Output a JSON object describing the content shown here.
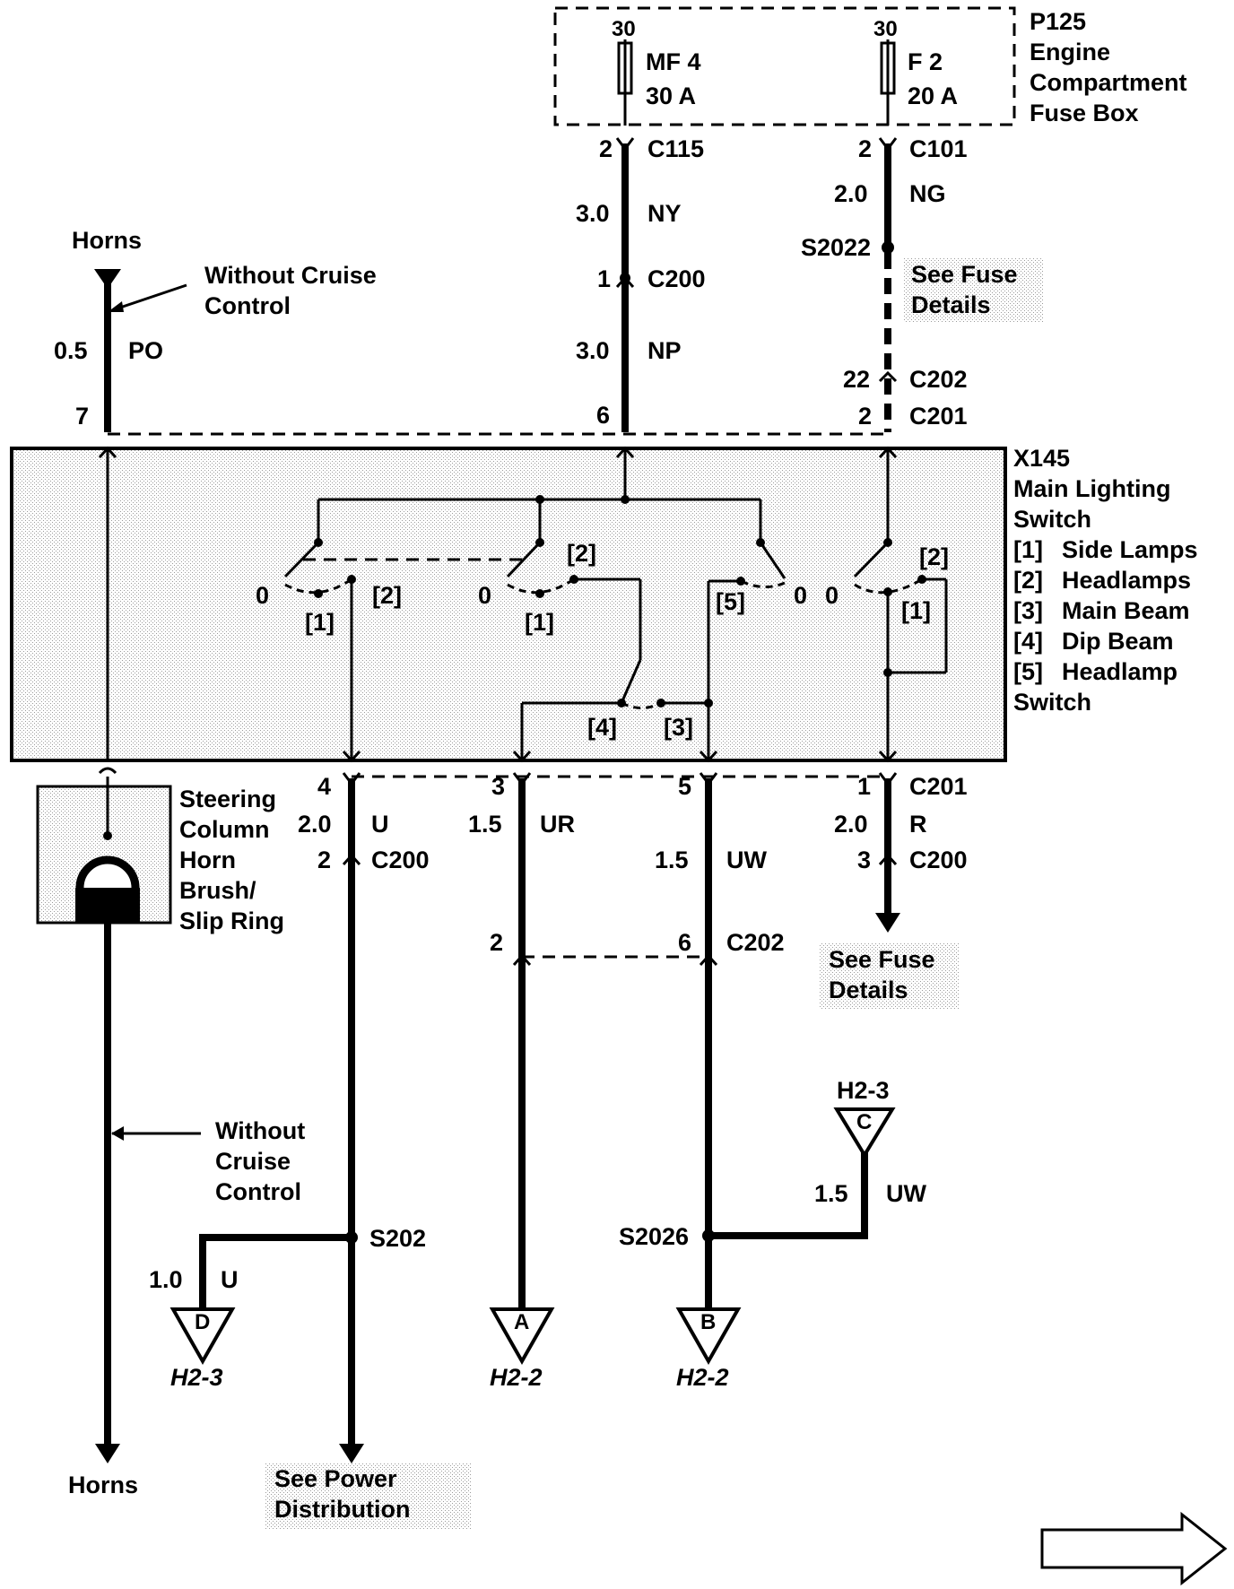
{
  "fuse_box": {
    "id": "P125",
    "lines": [
      "Engine",
      "Compartment",
      "Fuse Box"
    ],
    "fuses": [
      {
        "terminal": "30",
        "name": "MF 4",
        "rating": "30 A"
      },
      {
        "terminal": "30",
        "name": "F 2",
        "rating": "20 A"
      }
    ]
  },
  "switch": {
    "id": "X145",
    "lines": [
      "Main Lighting",
      "Switch"
    ],
    "legend": [
      {
        "key": "[1]",
        "label": "Side Lamps"
      },
      {
        "key": "[2]",
        "label": "Headlamps"
      },
      {
        "key": "[3]",
        "label": "Main Beam"
      },
      {
        "key": "[4]",
        "label": "Dip Beam"
      },
      {
        "key": "[5]",
        "label": "Headlamp"
      }
    ],
    "legend_tail": "Switch",
    "positions": {
      "zero": "0",
      "p1": "[1]",
      "p2": "[2]",
      "p3": "[3]",
      "p4": "[4]",
      "p5": "[5]"
    }
  },
  "top_wires": {
    "horns": {
      "title": "Horns",
      "note": [
        "Without Cruise",
        "Control"
      ],
      "size": "0.5",
      "color": "PO",
      "pin": "7"
    },
    "mid": {
      "c115_pin": "2",
      "c115": "C115",
      "size1": "3.0",
      "color1": "NY",
      "c200_pin": "1",
      "c200": "C200",
      "size2": "3.0",
      "color2": "NP",
      "pin": "6"
    },
    "right": {
      "c101_pin": "2",
      "c101": "C101",
      "size": "2.0",
      "color": "NG",
      "splice": "S2022",
      "see": [
        "See Fuse",
        "Details"
      ],
      "c202_pin": "22",
      "c202": "C202",
      "c201_pin": "2",
      "c201": "C201"
    }
  },
  "bottom_wires": {
    "w4": {
      "pin": "4",
      "size": "2.0",
      "color": "U",
      "c200_pin": "2",
      "c200": "C200",
      "splice": "S202",
      "branch_size": "1.0",
      "branch_color": "U",
      "tri": "D",
      "tri_ref": "H2-3",
      "see": [
        "See Power",
        "Distribution"
      ]
    },
    "w3": {
      "pin": "3",
      "size": "1.5",
      "color": "UR",
      "c202_pin": "2",
      "tri": "A",
      "tri_ref": "H2-2"
    },
    "w5": {
      "pin": "5",
      "size": "1.5",
      "color": "UW",
      "c202_pin": "6",
      "c202": "C202",
      "splice": "S2026",
      "tri": "B",
      "tri_ref": "H2-2",
      "in_tri": "C",
      "in_tri_ref": "H2-3",
      "in_size": "1.5",
      "in_color": "UW"
    },
    "w1": {
      "pin": "1",
      "c201": "C201",
      "size": "2.0",
      "color": "R",
      "c200_pin": "3",
      "c200": "C200",
      "see": [
        "See Fuse",
        "Details"
      ]
    },
    "horn_bottom": {
      "component": [
        "Steering",
        "Column",
        "Horn",
        "Brush/",
        "Slip Ring"
      ],
      "note": [
        "Without",
        "Cruise",
        "Control"
      ],
      "end": "Horns"
    }
  }
}
